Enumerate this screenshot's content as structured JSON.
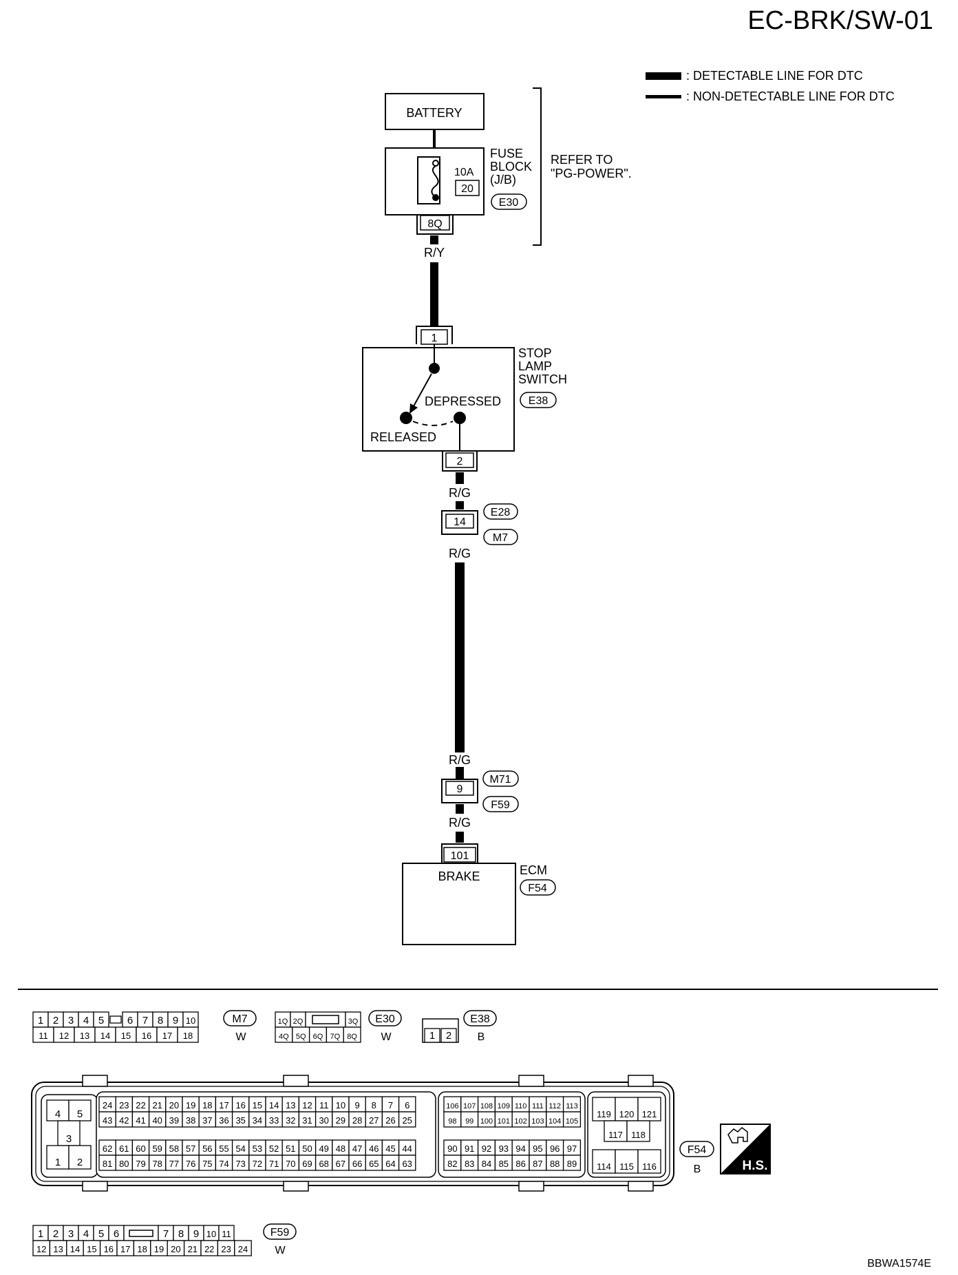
{
  "page_code": "EC-BRK/SW-01",
  "figure_id": "BBWA1574E",
  "legend": {
    "detectable": ": DETECTABLE LINE FOR DTC",
    "non_detectable": ": NON-DETECTABLE LINE FOR DTC"
  },
  "battery": "BATTERY",
  "fuse_block": {
    "label_1": "FUSE",
    "label_2": "BLOCK",
    "label_3": "(J/B)",
    "rating": "10A",
    "fuse_no": "20",
    "connector": "E30",
    "terminal": "8Q"
  },
  "refer": {
    "line_1": "REFER TO",
    "line_2": "\"PG-POWER\"."
  },
  "wires": {
    "ry": "R/Y",
    "rg": "R/G"
  },
  "stop_lamp_switch": {
    "label_1": "STOP",
    "label_2": "LAMP",
    "label_3": "SWITCH",
    "connector": "E38",
    "terminal_in": "1",
    "terminal_out": "2",
    "depressed": "DEPRESSED",
    "released": "RELEASED"
  },
  "joint_1": {
    "terminal": "14",
    "conn_a": "E28",
    "conn_b": "M7"
  },
  "joint_2": {
    "terminal": "9",
    "conn_a": "M71",
    "conn_b": "F59"
  },
  "ecm": {
    "label": "ECM",
    "connector": "F54",
    "terminal": "101",
    "brake": "BRAKE"
  },
  "connector_views": {
    "m7": {
      "id": "M7",
      "color": "W",
      "top": [
        "1",
        "2",
        "3",
        "4",
        "5",
        "6",
        "7",
        "8",
        "9",
        "10"
      ],
      "bottom": [
        "11",
        "12",
        "13",
        "14",
        "15",
        "16",
        "17",
        "18"
      ]
    },
    "e30": {
      "id": "E30",
      "color": "W",
      "top": [
        "1Q",
        "2Q",
        "3Q"
      ],
      "bottom": [
        "4Q",
        "5Q",
        "6Q",
        "7Q",
        "8Q"
      ]
    },
    "e38": {
      "id": "E38",
      "color": "B",
      "pins": [
        "1",
        "2"
      ]
    },
    "f54": {
      "id": "F54",
      "color": "B",
      "hs": "H.S.",
      "left": [
        "4",
        "5",
        "3",
        "1",
        "2"
      ],
      "row1": [
        "24",
        "23",
        "22",
        "21",
        "20",
        "19",
        "18",
        "17",
        "16",
        "15",
        "14",
        "13",
        "12",
        "11",
        "10",
        "9",
        "8",
        "7",
        "6"
      ],
      "row2": [
        "43",
        "42",
        "41",
        "40",
        "39",
        "38",
        "37",
        "36",
        "35",
        "34",
        "33",
        "32",
        "31",
        "30",
        "29",
        "28",
        "27",
        "26",
        "25"
      ],
      "row3": [
        "62",
        "61",
        "60",
        "59",
        "58",
        "57",
        "56",
        "55",
        "54",
        "53",
        "52",
        "51",
        "50",
        "49",
        "48",
        "47",
        "46",
        "45",
        "44"
      ],
      "row4": [
        "81",
        "80",
        "79",
        "78",
        "77",
        "76",
        "75",
        "74",
        "73",
        "72",
        "71",
        "70",
        "69",
        "68",
        "67",
        "66",
        "65",
        "64",
        "63"
      ],
      "mid1": [
        "106",
        "107",
        "108",
        "109",
        "110",
        "111",
        "112",
        "113"
      ],
      "mid2": [
        "98",
        "99",
        "100",
        "101",
        "102",
        "103",
        "104",
        "105"
      ],
      "mid3": [
        "90",
        "91",
        "92",
        "93",
        "94",
        "95",
        "96",
        "97"
      ],
      "mid4": [
        "82",
        "83",
        "84",
        "85",
        "86",
        "87",
        "88",
        "89"
      ],
      "right_top": [
        "119",
        "120",
        "121"
      ],
      "right_mid": [
        "117",
        "118"
      ],
      "right_bot": [
        "114",
        "115",
        "116"
      ]
    },
    "f59": {
      "id": "F59",
      "color": "W",
      "top": [
        "1",
        "2",
        "3",
        "4",
        "5",
        "6",
        "7",
        "8",
        "9",
        "10",
        "11"
      ],
      "bottom": [
        "12",
        "13",
        "14",
        "15",
        "16",
        "17",
        "18",
        "19",
        "20",
        "21",
        "22",
        "23",
        "24"
      ]
    }
  }
}
